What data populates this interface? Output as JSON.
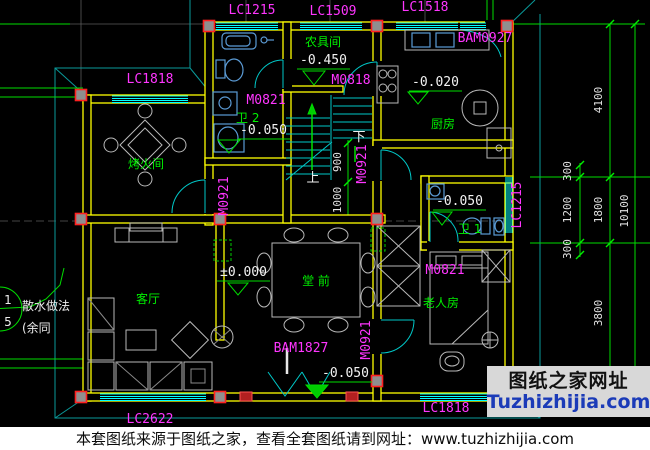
{
  "plan": {
    "openings": {
      "lc1215_top": "LC1215",
      "lc1509": "LC1509",
      "lc1518": "LC1518",
      "bam0927": "BAM0927",
      "lc1818_tl": "LC1818",
      "m0821_bath2": "M0821",
      "m0818": "M0818",
      "m0921_a": "M0921",
      "m0921_b": "M0921",
      "m0921_c": "M0921",
      "m0821_elder": "M0821",
      "lc1215_right": "LC1215",
      "bam1827": "BAM1827",
      "lc2622": "LC2622",
      "lc1818_br": "LC1818"
    },
    "rooms": {
      "kaohuojian": "烤火间",
      "nongjujian": "农具间",
      "chufang": "厨房",
      "wei2": "卫 2",
      "wei1": "卫 1",
      "keting": "客厅",
      "tangqian": "堂 前",
      "laorenfang": "老人房"
    },
    "elevations": {
      "e1": "-0.450",
      "e2": "-0.020",
      "e3": "-0.050",
      "e4": "±0.000",
      "e5": "-0.050",
      "e6": "-0.050"
    },
    "dimensions": {
      "d4100": "4100",
      "d1800": "1800",
      "d3800": "3800",
      "d10100": "10100",
      "d300a": "300",
      "d1200": "1200",
      "d300b": "300",
      "d900": "900",
      "d1000": "1000"
    },
    "stairs": {
      "up": "上",
      "down": "下"
    },
    "note": {
      "num_top": "1",
      "num_bottom": "5",
      "line1": "散水做法",
      "line2": "(余同"
    }
  },
  "logo": {
    "title": "图纸之家网址",
    "site": "Tuzhizhijia.com"
  },
  "footer": {
    "text": "本套图纸来源于图纸之家，查看全套图纸请到网址：www.tuzhizhijia.com"
  },
  "colors": {
    "background": "#000000",
    "wall": "#ffff00",
    "window": "#00ffff",
    "dimension": "#00dd00",
    "opening_label": "#ff35ff",
    "room_label": "#00f000",
    "white_text": "#f2f2f2",
    "eave": "#0a9a9a",
    "column_stroke": "#ff2020",
    "logo_bg": "#d8d8d8",
    "logo_site": "#1b3bb8",
    "footer_bg": "#ffffff"
  }
}
